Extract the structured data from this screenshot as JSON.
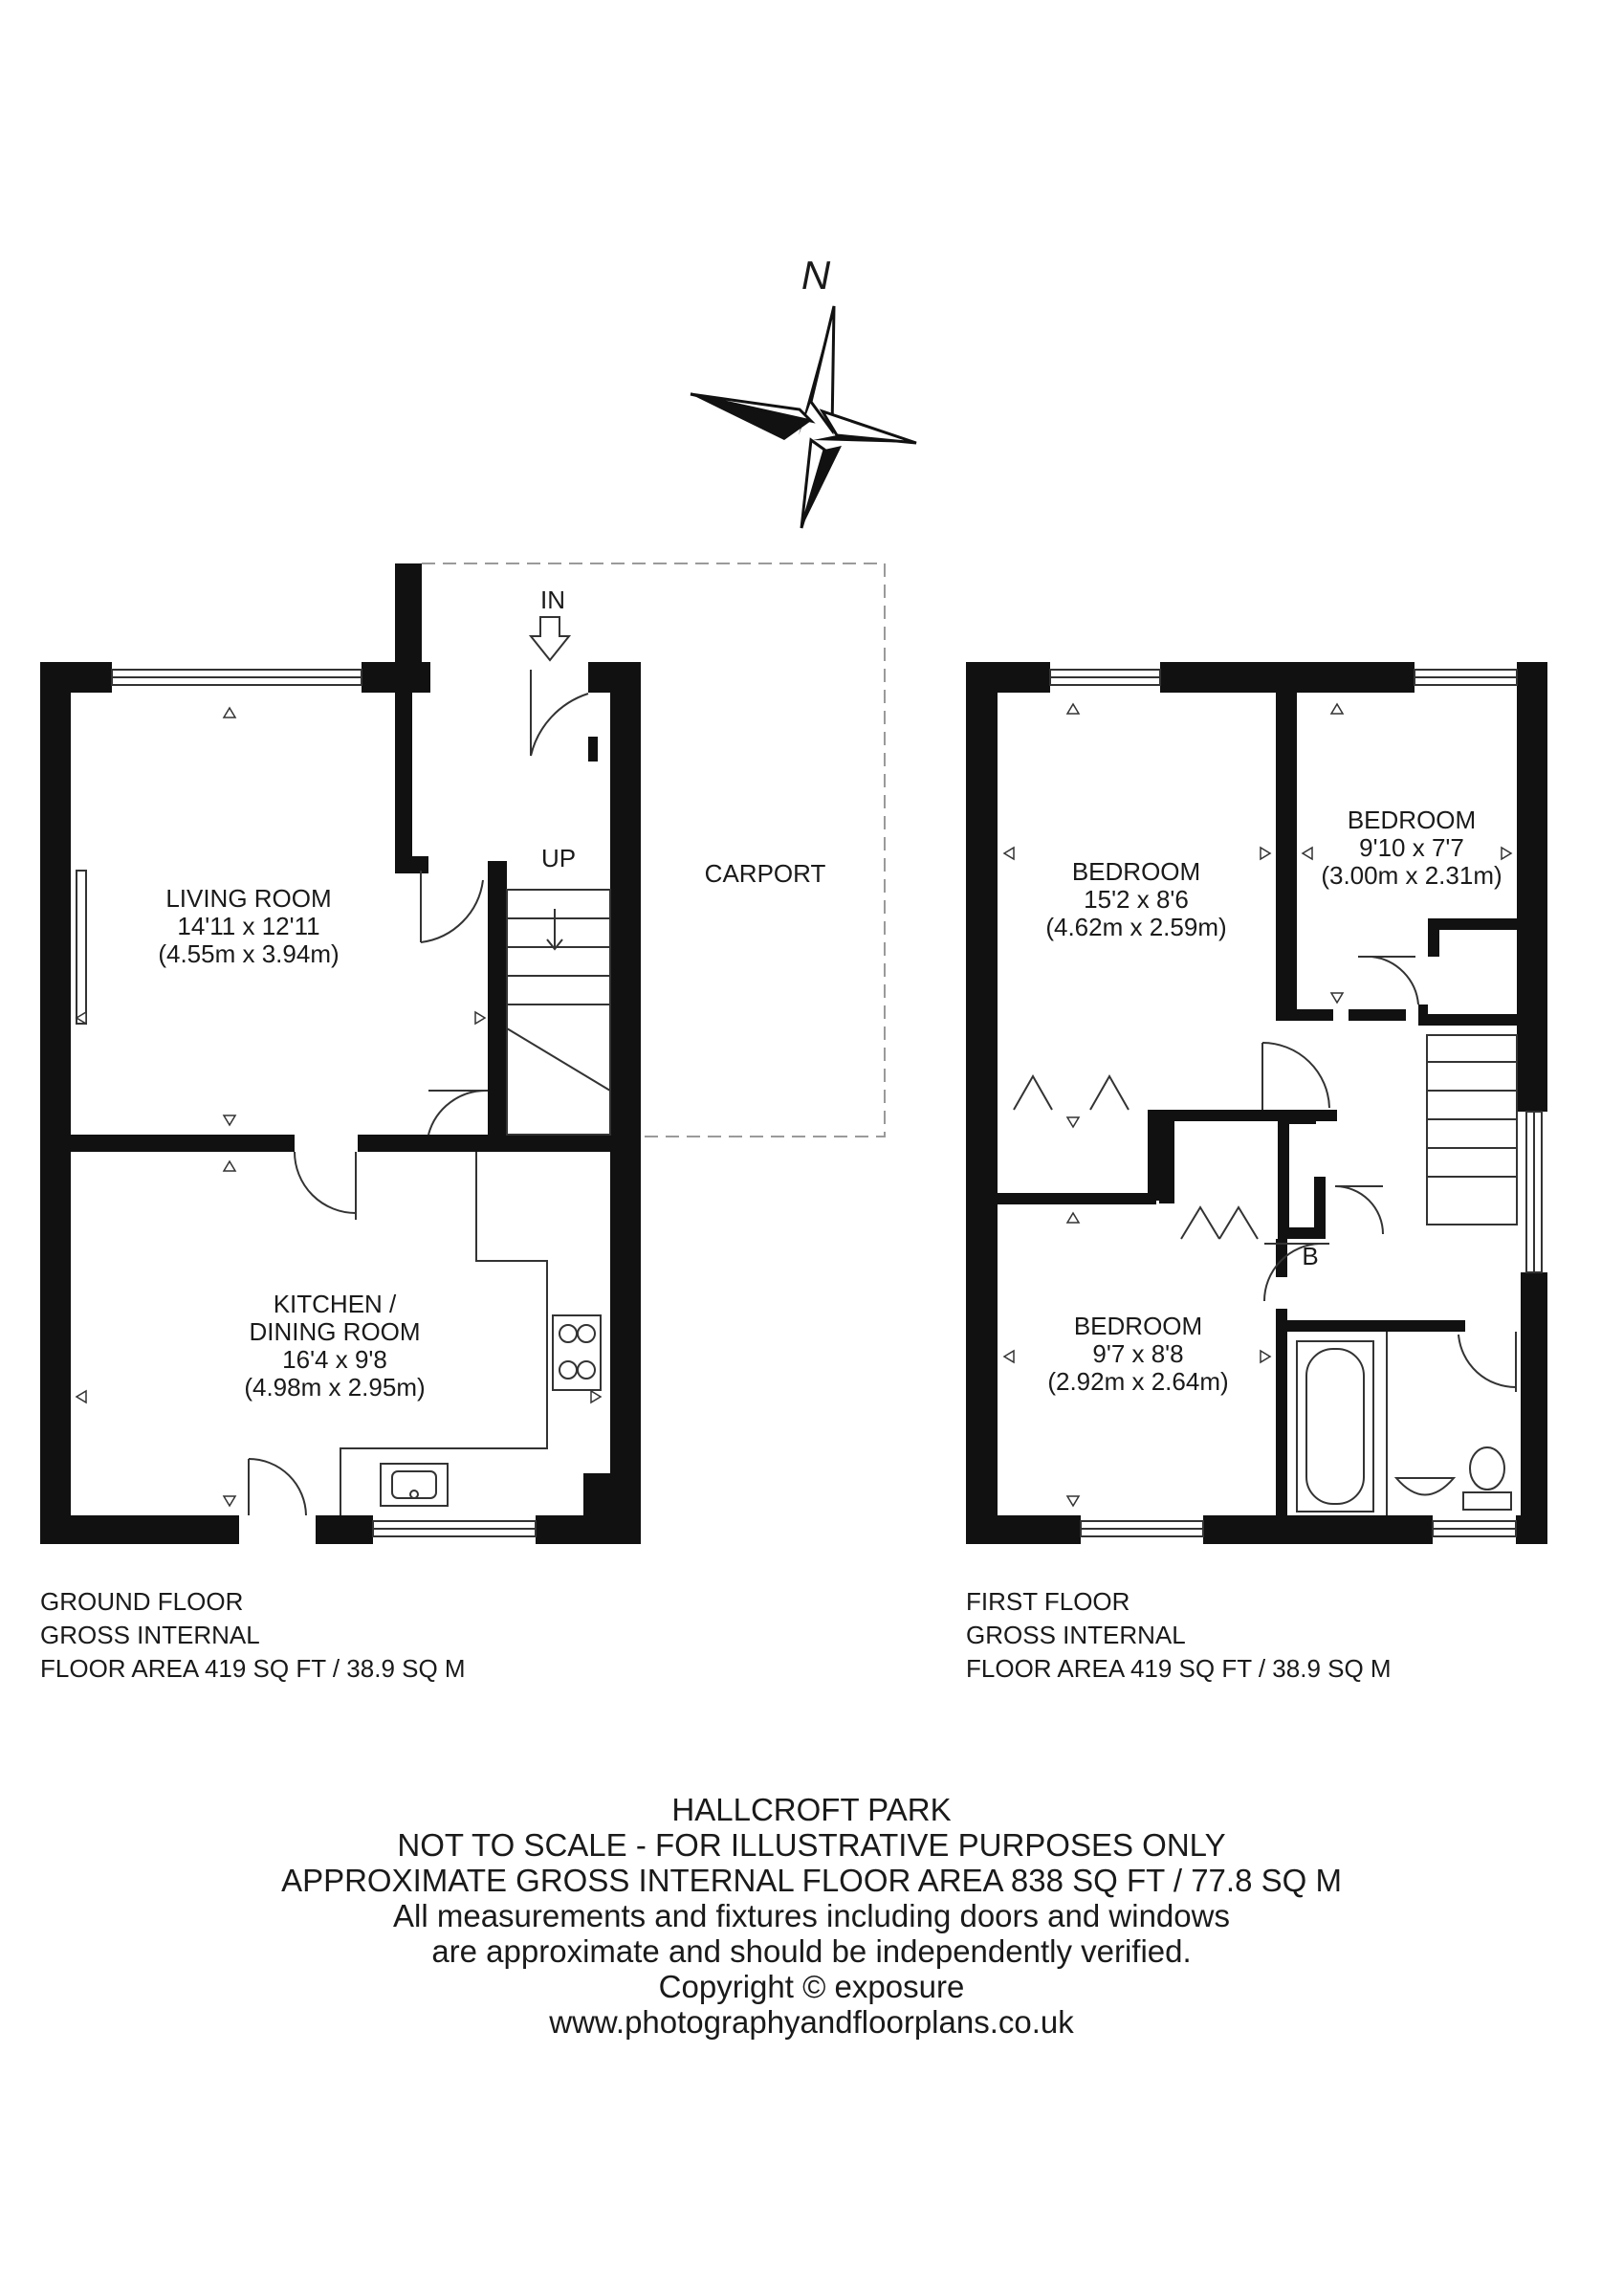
{
  "compass": {
    "label": "N",
    "icon": "north-arrow-icon"
  },
  "ground_floor": {
    "entry_label": "IN",
    "stairs_label": "UP",
    "rooms": [
      {
        "lines": [
          "LIVING ROOM",
          "14'11 x 12'11",
          "(4.55m x 3.94m)"
        ]
      },
      {
        "lines": [
          "KITCHEN /",
          "DINING ROOM",
          "16'4 x 9'8",
          "(4.98m x 2.95m)"
        ]
      },
      {
        "lines": [
          "CARPORT"
        ]
      }
    ],
    "caption": [
      "GROUND FLOOR",
      "GROSS INTERNAL",
      "FLOOR AREA 419 SQ FT / 38.9 SQ M"
    ]
  },
  "first_floor": {
    "boiler_label": "B",
    "rooms": [
      {
        "lines": [
          "BEDROOM",
          "15'2 x 8'6",
          "(4.62m x 2.59m)"
        ]
      },
      {
        "lines": [
          "BEDROOM",
          "9'10 x 7'7",
          "(3.00m x 2.31m)"
        ]
      },
      {
        "lines": [
          "BEDROOM",
          "9'7 x 8'8",
          "(2.92m x 2.64m)"
        ]
      }
    ],
    "caption": [
      "FIRST FLOOR",
      "GROSS INTERNAL",
      "FLOOR AREA 419 SQ FT / 38.9 SQ M"
    ]
  },
  "footer": {
    "lines": [
      "HALLCROFT PARK",
      "NOT TO SCALE - FOR ILLUSTRATIVE PURPOSES ONLY",
      "APPROXIMATE GROSS INTERNAL FLOOR AREA 838 SQ FT / 77.8 SQ M",
      "All measurements and fixtures including doors and windows",
      "are approximate and should be independently verified.",
      "Copyright © exposure",
      "www.photographyandfloorplans.co.uk"
    ]
  },
  "colors": {
    "wall": "#111111",
    "line": "#333333",
    "carport_dash": "#9a9a9a",
    "background": "#ffffff"
  }
}
